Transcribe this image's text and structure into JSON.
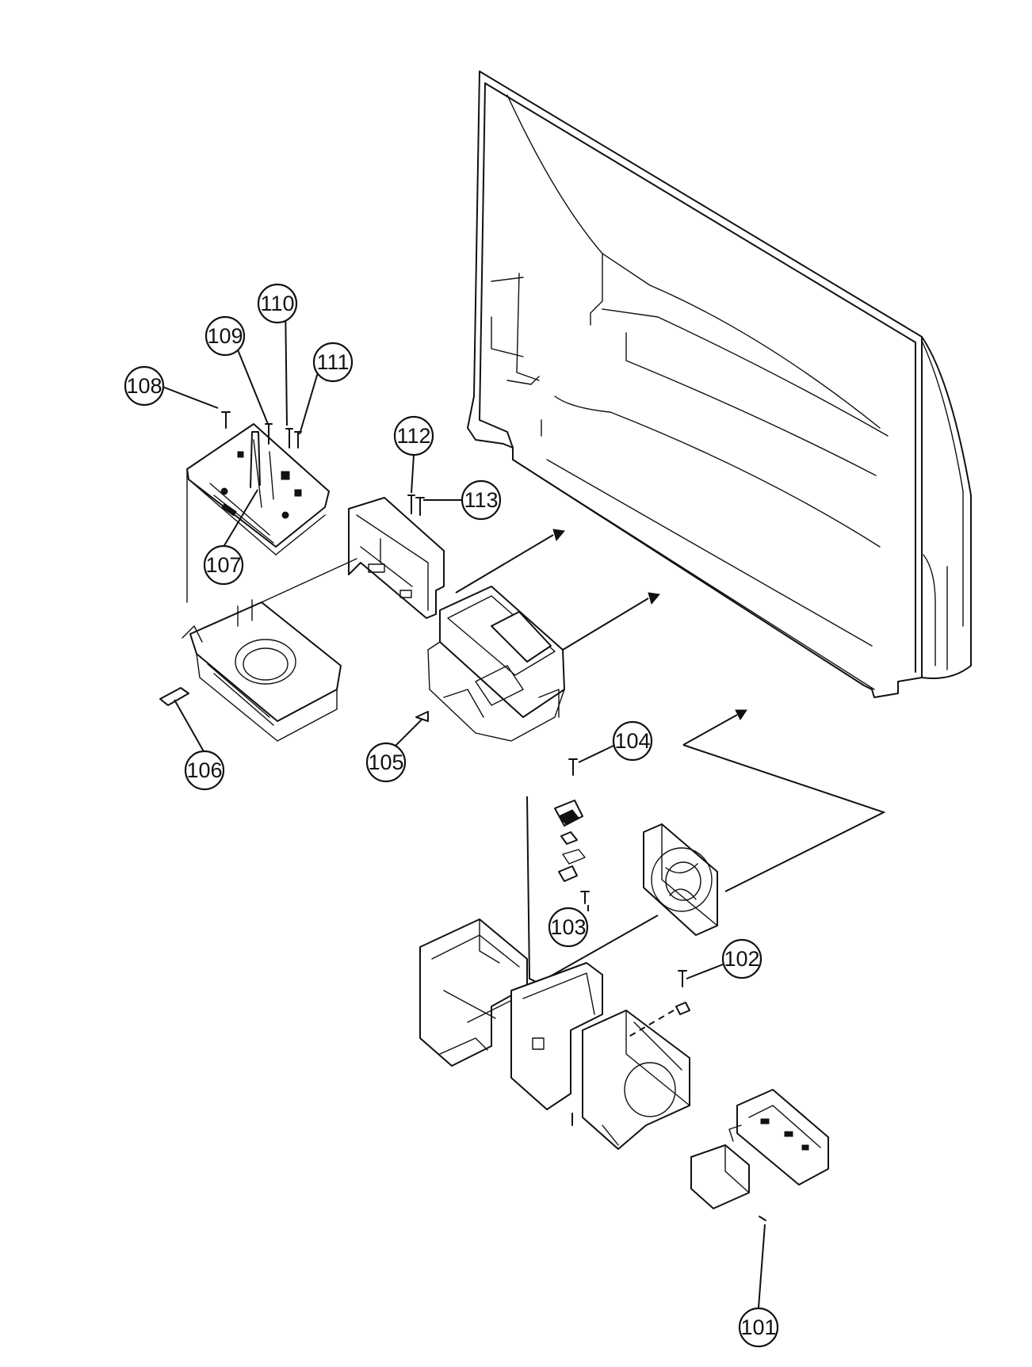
{
  "diagram": {
    "callouts": [
      {
        "id": "101",
        "label": "101"
      },
      {
        "id": "102",
        "label": "102"
      },
      {
        "id": "103",
        "label": "103"
      },
      {
        "id": "104",
        "label": "104"
      },
      {
        "id": "105",
        "label": "105"
      },
      {
        "id": "106",
        "label": "106"
      },
      {
        "id": "107",
        "label": "107"
      },
      {
        "id": "108",
        "label": "108"
      },
      {
        "id": "109",
        "label": "109"
      },
      {
        "id": "110",
        "label": "110"
      },
      {
        "id": "111",
        "label": "111"
      },
      {
        "id": "112",
        "label": "112"
      },
      {
        "id": "113",
        "label": "113"
      }
    ]
  }
}
